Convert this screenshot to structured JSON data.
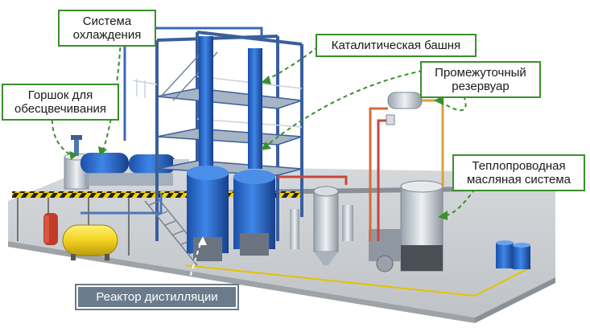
{
  "labels": {
    "cooling": [
      "Система",
      "охлаждения"
    ],
    "catalytic": "Каталитическая башня",
    "intermediate": [
      "Промежуточный",
      "резервуар"
    ],
    "decolor": [
      "Горшок для",
      "обесцвечивания"
    ],
    "heat_oil": [
      "Теплопроводная",
      "масляная система"
    ],
    "reactor": "Реактор дистилляции"
  },
  "colors": {
    "ground": "#c9ccd0",
    "frame": "#3a5f9c",
    "tank_blue": "#1f5fc4",
    "yellow_tank": "#f0d020",
    "leader": "#3a8f2c"
  }
}
